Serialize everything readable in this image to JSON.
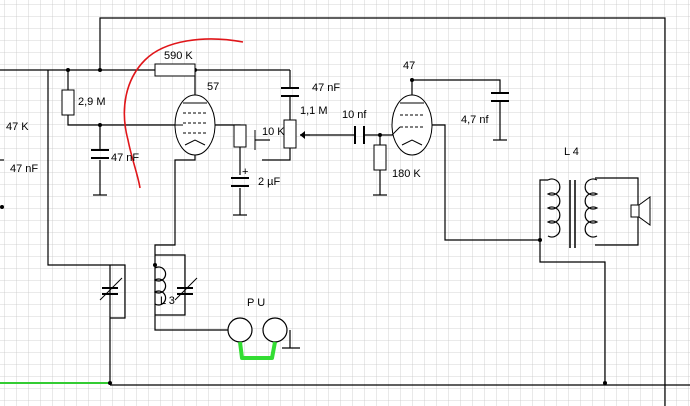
{
  "schematic": {
    "labels": {
      "r590k": "590 K",
      "r29m": "2,9 M",
      "tube1": "57",
      "c47nf_top": "47 nF",
      "r11m": "1,1 M",
      "c10nf": "10 nf",
      "tube2": "47",
      "c47nf_left": "47 nF",
      "r10k": "10 K",
      "c2uf": "2 µF",
      "plus": "+",
      "r180k": "180 K",
      "c47nf_out": "4,7 nf",
      "l4": "L 4",
      "l3": "L 3",
      "pu": "P U",
      "r47k_left": "47 K",
      "c47nf_edge": "47 nF"
    },
    "colors": {
      "grid": "#c8c8c8",
      "wire": "#000000",
      "annotation_red": "#e0161a",
      "jumper_green": "#33dd33",
      "ground_wire_green": "#33cc33"
    }
  }
}
